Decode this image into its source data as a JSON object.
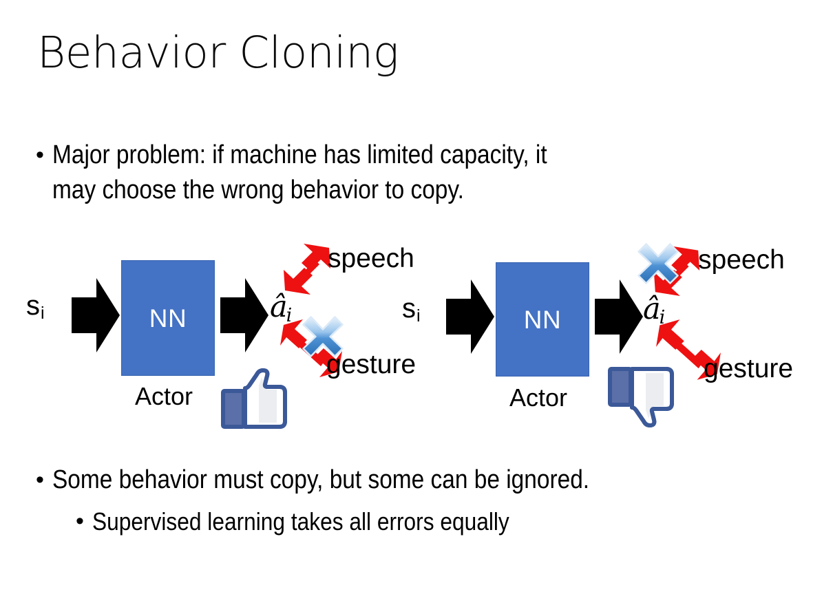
{
  "slide": {
    "title": "Behavior Cloning",
    "background_color": "#FFFFFF"
  },
  "bullets": {
    "top": {
      "marker": "•",
      "text": "Major problem: if machine has limited capacity, it\nmay choose the wrong behavior to copy."
    },
    "bottom_primary": {
      "marker": "•",
      "text": "Some behavior must copy, but some can be ignored."
    },
    "bottom_secondary": {
      "marker": "•",
      "text": "Supervised learning takes all errors equally"
    }
  },
  "colors": {
    "nn_box_fill": "#4472C4",
    "nn_box_border": "#3664B0",
    "arrow_black": "#000000",
    "arrow_red": "#EE1111",
    "cross_blue_light": "#CFE3F7",
    "cross_blue_mid": "#5B9BD5",
    "cross_blue_dark": "#2E75B6",
    "thumb_outline": "#3B5998",
    "thumb_fill": "#FFFFFF",
    "thumb_cuff": "#5B6FA8"
  },
  "diagrams": [
    {
      "id": "left",
      "state_label": "s",
      "state_subscript": "i",
      "nn_label": "NN",
      "actor_label": "Actor",
      "action_label": "â",
      "action_subscript": "i",
      "branches": [
        {
          "name": "speech",
          "label": "speech",
          "direction": "up-right",
          "crossed_out": false
        },
        {
          "name": "gesture",
          "label": "gesture",
          "direction": "down-right",
          "crossed_out": true
        }
      ],
      "feedback_icon": "thumbs-up",
      "crossed_branch": "gesture"
    },
    {
      "id": "right",
      "state_label": "s",
      "state_subscript": "i",
      "nn_label": "NN",
      "actor_label": "Actor",
      "action_label": "â",
      "action_subscript": "i",
      "branches": [
        {
          "name": "speech",
          "label": "speech",
          "direction": "up-right",
          "crossed_out": true
        },
        {
          "name": "gesture",
          "label": "gesture",
          "direction": "down-right",
          "crossed_out": false
        }
      ],
      "feedback_icon": "thumbs-down",
      "crossed_branch": "speech"
    }
  ]
}
